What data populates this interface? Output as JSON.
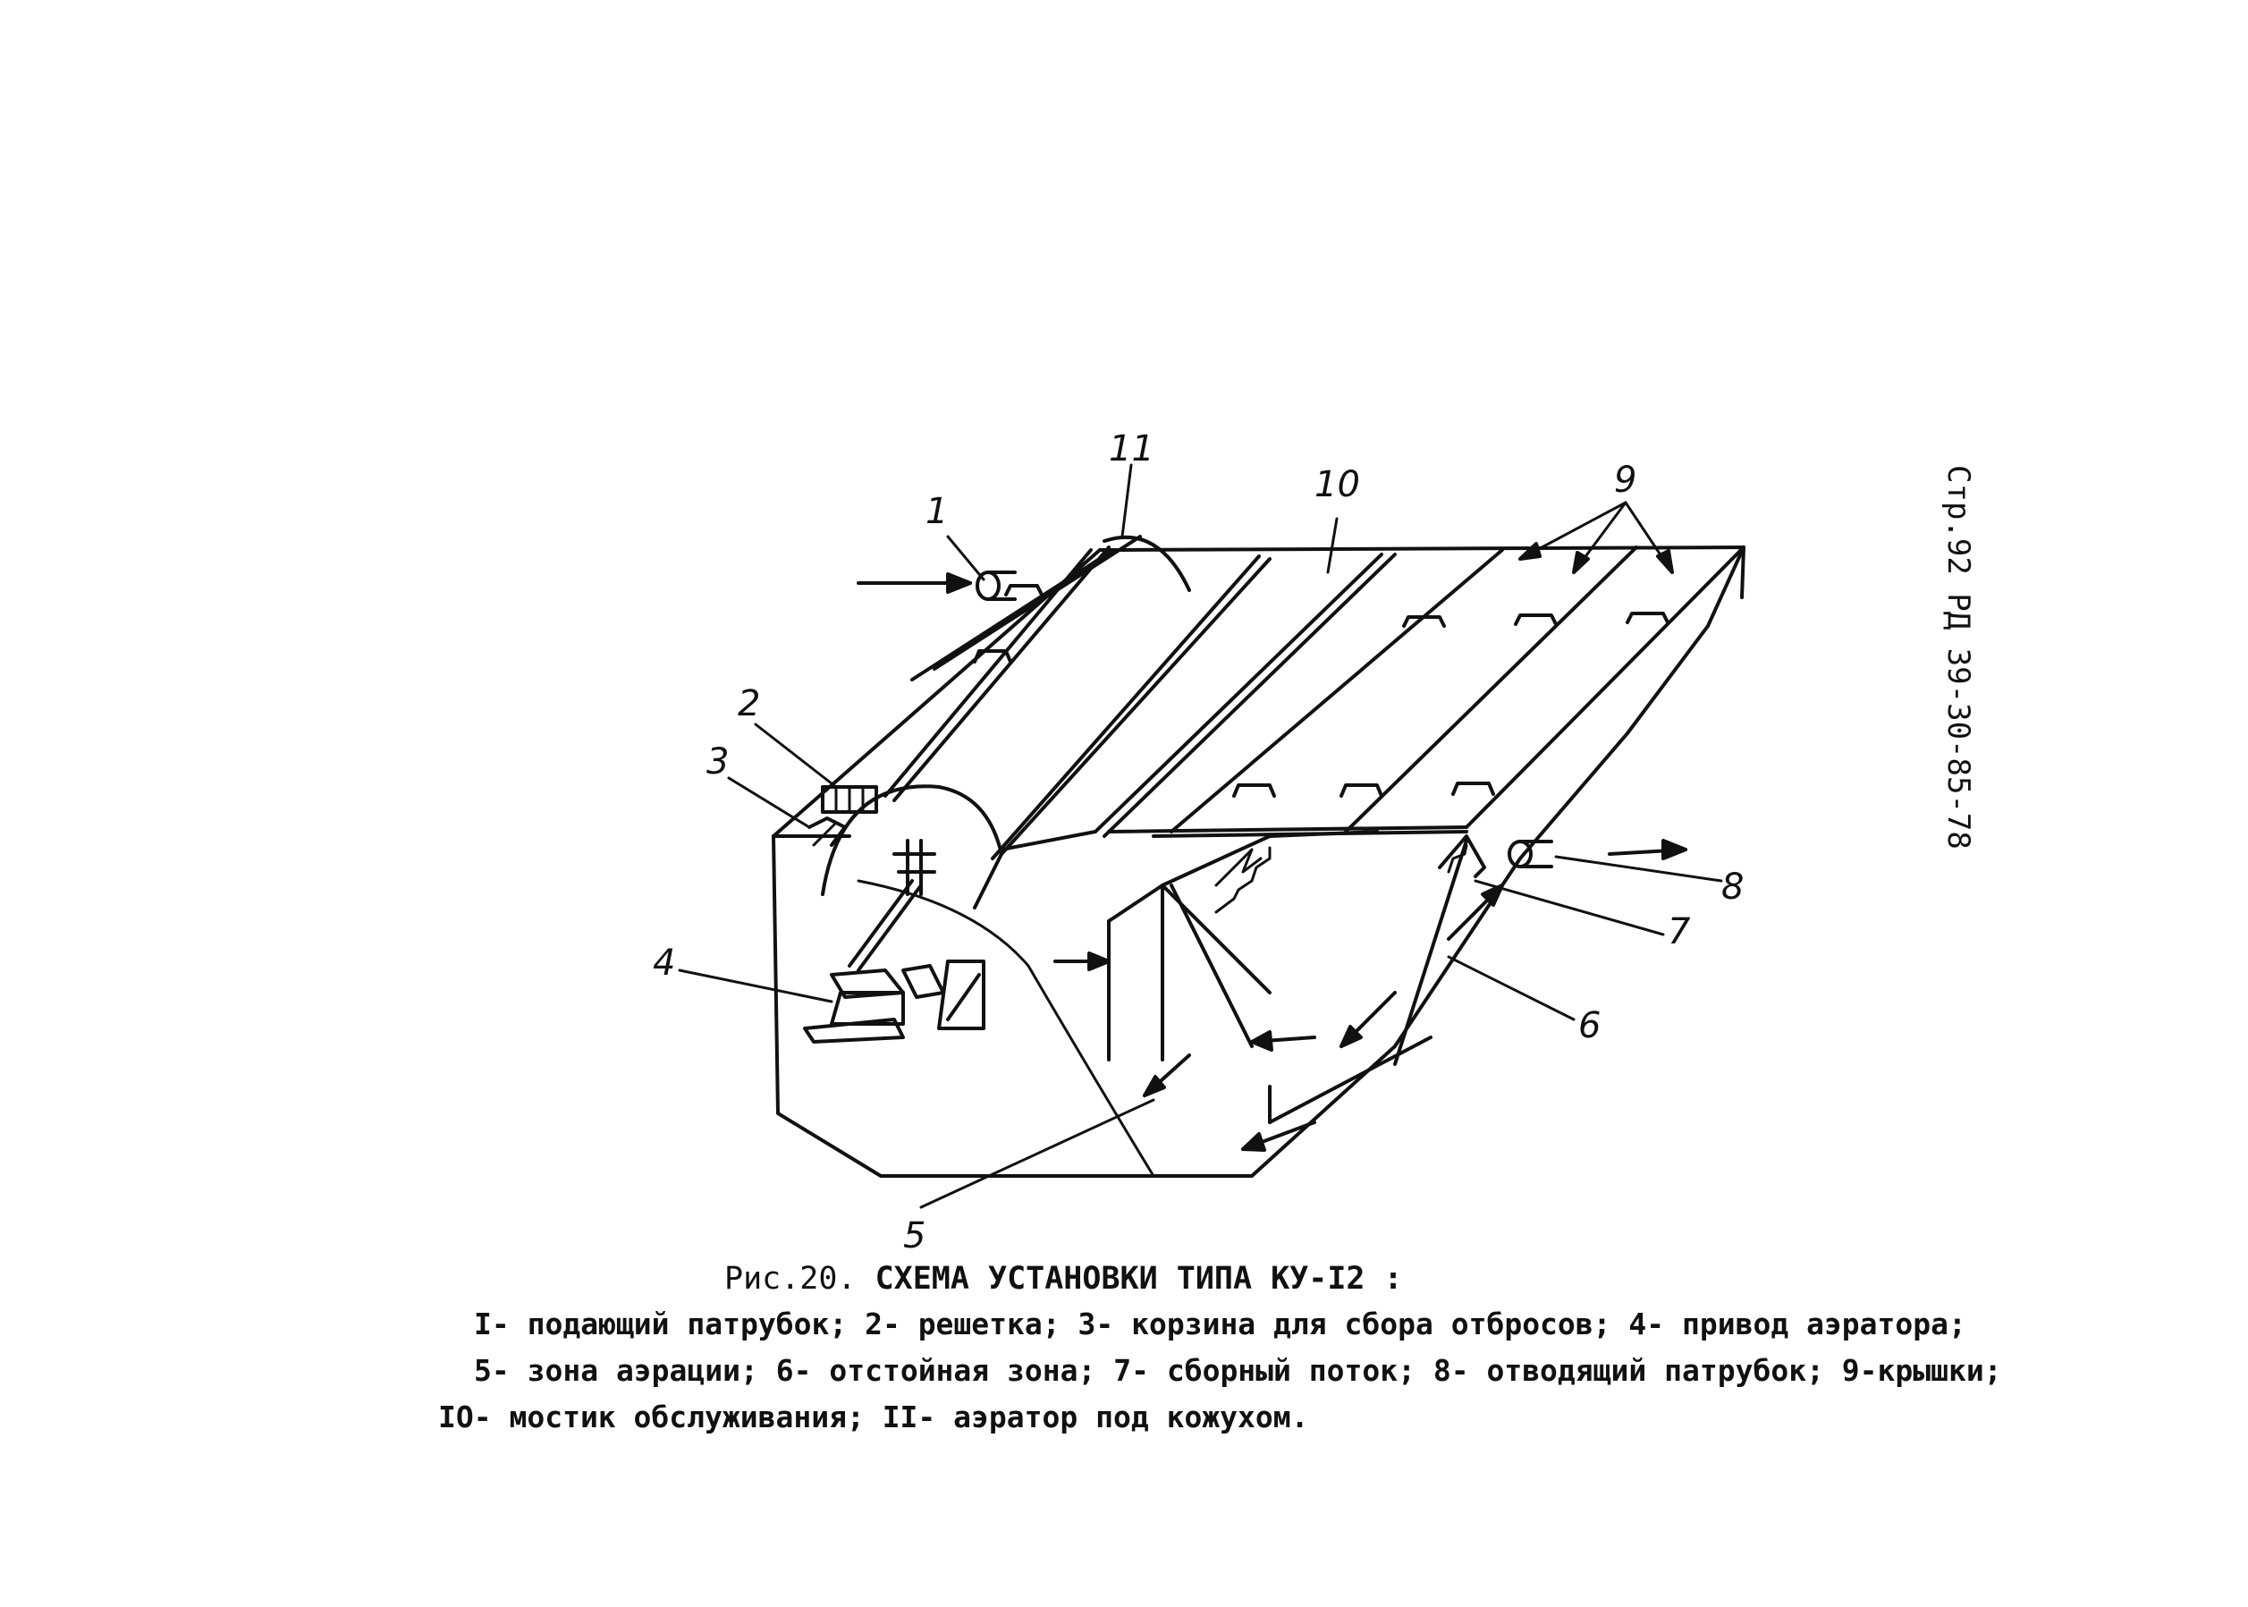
{
  "page_ref": "Стр.92 РД 39-30-85-78",
  "labels": {
    "n1": "1",
    "n2": "2",
    "n3": "3",
    "n4": "4",
    "n5": "5",
    "n6": "6",
    "n7": "7",
    "n8": "8",
    "n9": "9",
    "n10": "10",
    "n11": "11"
  },
  "caption": {
    "prefix": "Рис.20.",
    "title": "СХЕМА УСТАНОВКИ ТИПА КУ-I2 :",
    "line1": "I- подающий патрубок; 2- решетка; 3- корзина для сбора отбросов; 4- привод аэратора;",
    "line2": "5- зона аэрации; 6- отстойная зона; 7- сборный поток; 8- отводящий патрубок; 9-крышки;",
    "line3": "IO- мостик обслуживания; II- аэратор под кожухом."
  }
}
